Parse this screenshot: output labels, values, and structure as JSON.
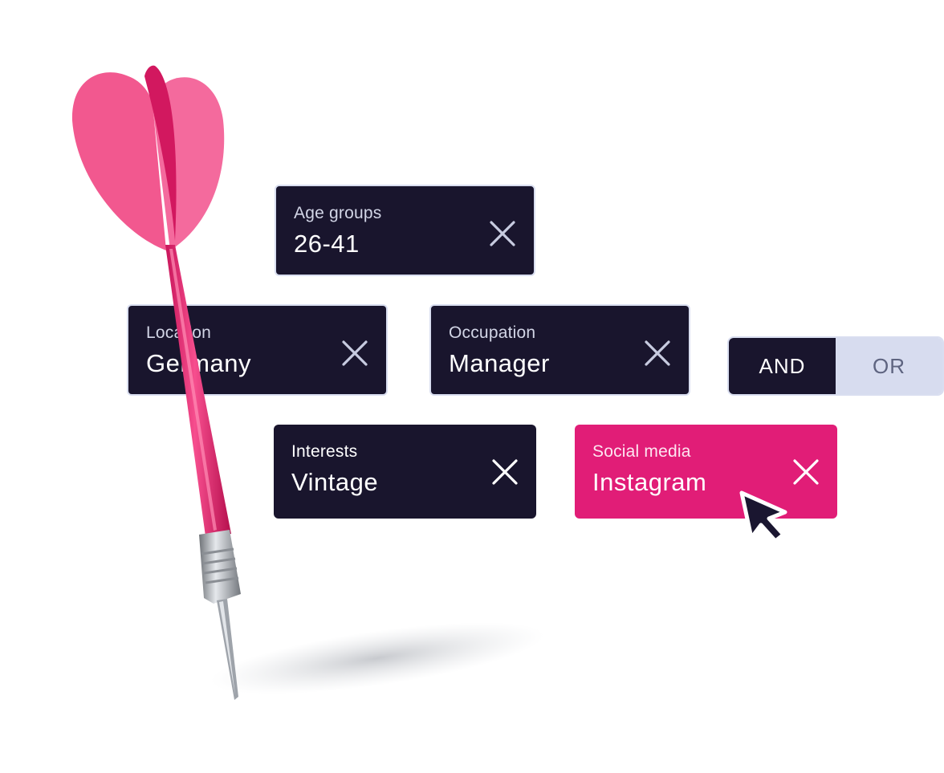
{
  "filters": [
    {
      "label": "Age groups",
      "value": "26-41"
    },
    {
      "label": "Location",
      "value": "Germany"
    },
    {
      "label": "Occupation",
      "value": "Manager"
    },
    {
      "label": "Interests",
      "value": "Vintage"
    },
    {
      "label": "Social media",
      "value": "Instagram"
    }
  ],
  "logic_toggle": {
    "and_label": "AND",
    "or_label": "OR",
    "selected": "AND"
  },
  "icons": {
    "remove": "close-icon",
    "pointer": "mouse-cursor-icon",
    "illustration": "dart-icon"
  },
  "colors": {
    "chip_dark": "#19152d",
    "chip_active": "#e11d77",
    "toggle_inactive": "#d7dcef",
    "dart": "#f03c82"
  }
}
